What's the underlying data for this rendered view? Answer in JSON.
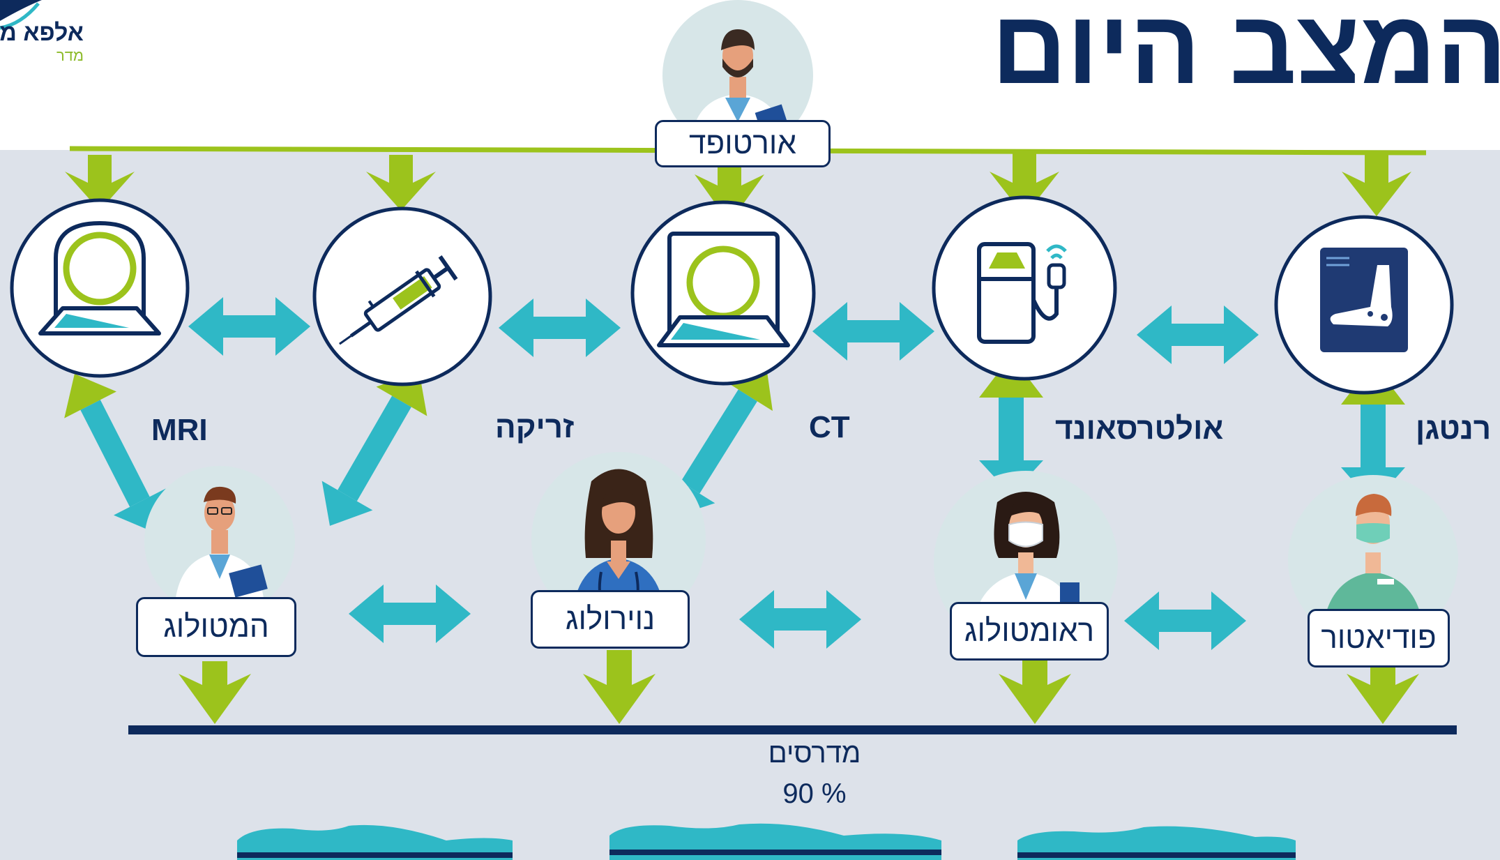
{
  "title": "המצב היום",
  "logo": {
    "main": "אלפא מ",
    "sub": "מדר"
  },
  "orthopedist": {
    "label": "אורטופד"
  },
  "modalities": [
    {
      "id": "mri",
      "label": "MRI",
      "icon": "mri-scanner-icon"
    },
    {
      "id": "injection",
      "label": "זריקה",
      "icon": "syringe-icon"
    },
    {
      "id": "ct",
      "label": "CT",
      "icon": "ct-scanner-icon"
    },
    {
      "id": "ultrasound",
      "label": "אולטרסאונד",
      "icon": "ultrasound-machine-icon"
    },
    {
      "id": "xray",
      "label": "רנטגן",
      "icon": "foot-xray-icon"
    }
  ],
  "specialists": [
    {
      "id": "hematologist",
      "label": "המטולוג"
    },
    {
      "id": "neurologist",
      "label": "נוירולוג"
    },
    {
      "id": "rheumatologist",
      "label": "ראומטולוג"
    },
    {
      "id": "podiatrist",
      "label": "פודיאטור"
    }
  ],
  "bottom": {
    "label": "מדרסים",
    "value": "90 %"
  },
  "colors": {
    "navy": "#0d2a5c",
    "green": "#9cc31c",
    "teal": "#2fb8c6",
    "panel": "#dde2ea",
    "circle_bg": "#d7e6e8"
  }
}
